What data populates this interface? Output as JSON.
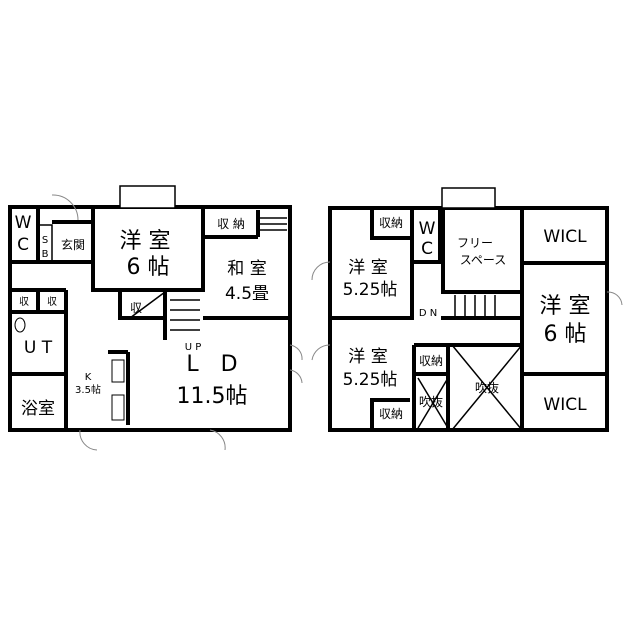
{
  "floor1": {
    "wc": [
      "W",
      "C"
    ],
    "sb": [
      "S",
      "B"
    ],
    "genkan": "玄関",
    "youshitsu": {
      "name": "洋 室",
      "size": "6 帖"
    },
    "shuno": "収 納",
    "washitsu": {
      "name": "和 室",
      "size": "4.5畳"
    },
    "shu_left1": "収",
    "shu_left2": "収",
    "shu_mid": "収",
    "ut": "U T",
    "up": "U P",
    "ld": {
      "name": "L　D",
      "size": "11.5帖"
    },
    "kitchen": {
      "name": "K",
      "size": "3.5帖"
    },
    "bath": "浴室"
  },
  "floor2": {
    "room_upper": {
      "name": "洋 室",
      "size": "5.25帖"
    },
    "shuno_upper": "収納",
    "wc": [
      "W",
      "C"
    ],
    "free": [
      "フリー",
      "スペース"
    ],
    "wicl_top": "WICL",
    "room_right": {
      "name": "洋 室",
      "size": "6 帖"
    },
    "wicl_bottom": "WICL",
    "dn": "D N",
    "room_lower": {
      "name": "洋 室",
      "size": "5.25帖"
    },
    "shuno_lower": "収納",
    "shuno_mid": "収納",
    "fukinuke_small": "吹抜",
    "fukinuke_big": "吹抜"
  }
}
